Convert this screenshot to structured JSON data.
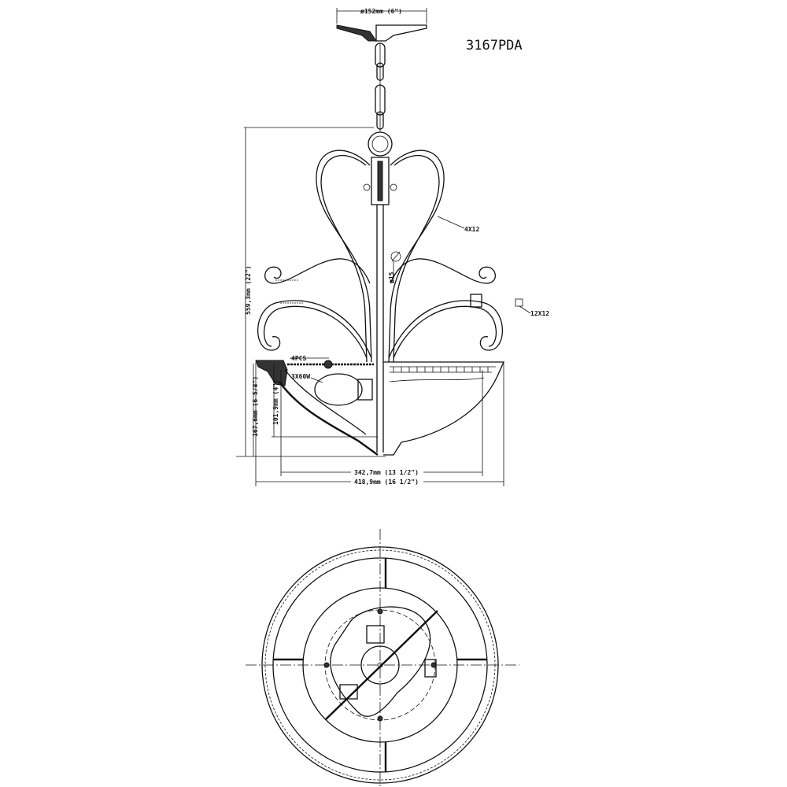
{
  "model_number": "3167PDA",
  "dimensions": {
    "canopy_diameter": "ø152mm (6\")",
    "overall_height": "559,3mm (22\")",
    "bowl_height": "167,6mm (6 5/8\")",
    "glass_height": "101,9mm (4\")",
    "glass_width": "342,7mm (13 1/2\")",
    "overall_width": "418,9mm (16 1/2\")"
  },
  "callouts": {
    "arm_section": "4X12",
    "square_section": "12X12",
    "rod_diameter": "ø15",
    "clips": "4PCS",
    "bulbs": "3X60W"
  }
}
